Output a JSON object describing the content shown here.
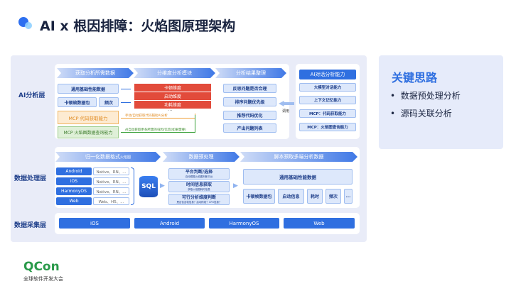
{
  "title": "AI x 根因排障：火焰图原理架构",
  "layers": {
    "ai": "AI分析层",
    "data": "数据处理层",
    "collect": "数据采集层"
  },
  "ai": {
    "stage1": "获取分析所需数据",
    "stage2": "分维度分析模块",
    "stage3": "分析结果整理",
    "general_data": "通用基础性能数据",
    "jank_pkg": "卡顿帧数据包",
    "freq": "频次",
    "mcp_code": "MCP 代码获取能力",
    "mcp_flame": "MCP 火焰图数据查询能力",
    "dims": [
      "卡顿维度",
      "启动维度",
      "功耗维度"
    ],
    "dims_more": "···",
    "note_orange": "手动/自动获取代码辅助AI分析",
    "note_green": "AI自动获取更多所需的归因/信息(如果需要)",
    "results": [
      "反思问题是否合理",
      "排序问题优先级",
      "推荐代码优化",
      "产出问题列表"
    ],
    "call": "调用",
    "dialog_title": "AI对话分析能力",
    "dialog_items": [
      "大模型对话能力",
      "上下文记忆能力",
      "MCP：代码获取能力",
      "MCP：火焰图查询能力"
    ]
  },
  "data": {
    "stage1": "归一化数据格式",
    "stage1_sup": "火焰图",
    "stage2": "数据预处理",
    "stage3": "脚本预取多端分析数据",
    "platforms": [
      {
        "name": "Android",
        "desc": "Native、RN、..."
      },
      {
        "name": "iOS",
        "desc": "Native、RN、..."
      },
      {
        "name": "HarmonyOS",
        "desc": "Native、RN、..."
      },
      {
        "name": "Web",
        "desc": "Web、H5、..."
      }
    ],
    "sql": "SQL",
    "pre": [
      {
        "t": "平台判断/选择",
        "s": "自动根据火焰图判断平台"
      },
      {
        "t": "时间信息获取",
        "s": "获取火焰图耗时信息"
      },
      {
        "t": "可行分析维度判断",
        "s": "是否包含帧信息？启动阶段？CPU信息？"
      }
    ],
    "general": "通用基础性能数据",
    "items": [
      "卡顿帧数据包",
      "启动信息",
      "耗时",
      "频次",
      "..."
    ]
  },
  "collect": [
    "iOS",
    "Android",
    "HarmonyOS",
    "Web"
  ],
  "side": {
    "title": "关键思路",
    "bullets": [
      "数据预处理分析",
      "源码关联分析"
    ]
  },
  "logo": {
    "name": "QCon",
    "sub": "全球软件开发大会"
  },
  "colors": {
    "accent": "#2f6fe0",
    "red": "#e24b3b",
    "orange": "#f0a03a",
    "green": "#3aa03a"
  }
}
